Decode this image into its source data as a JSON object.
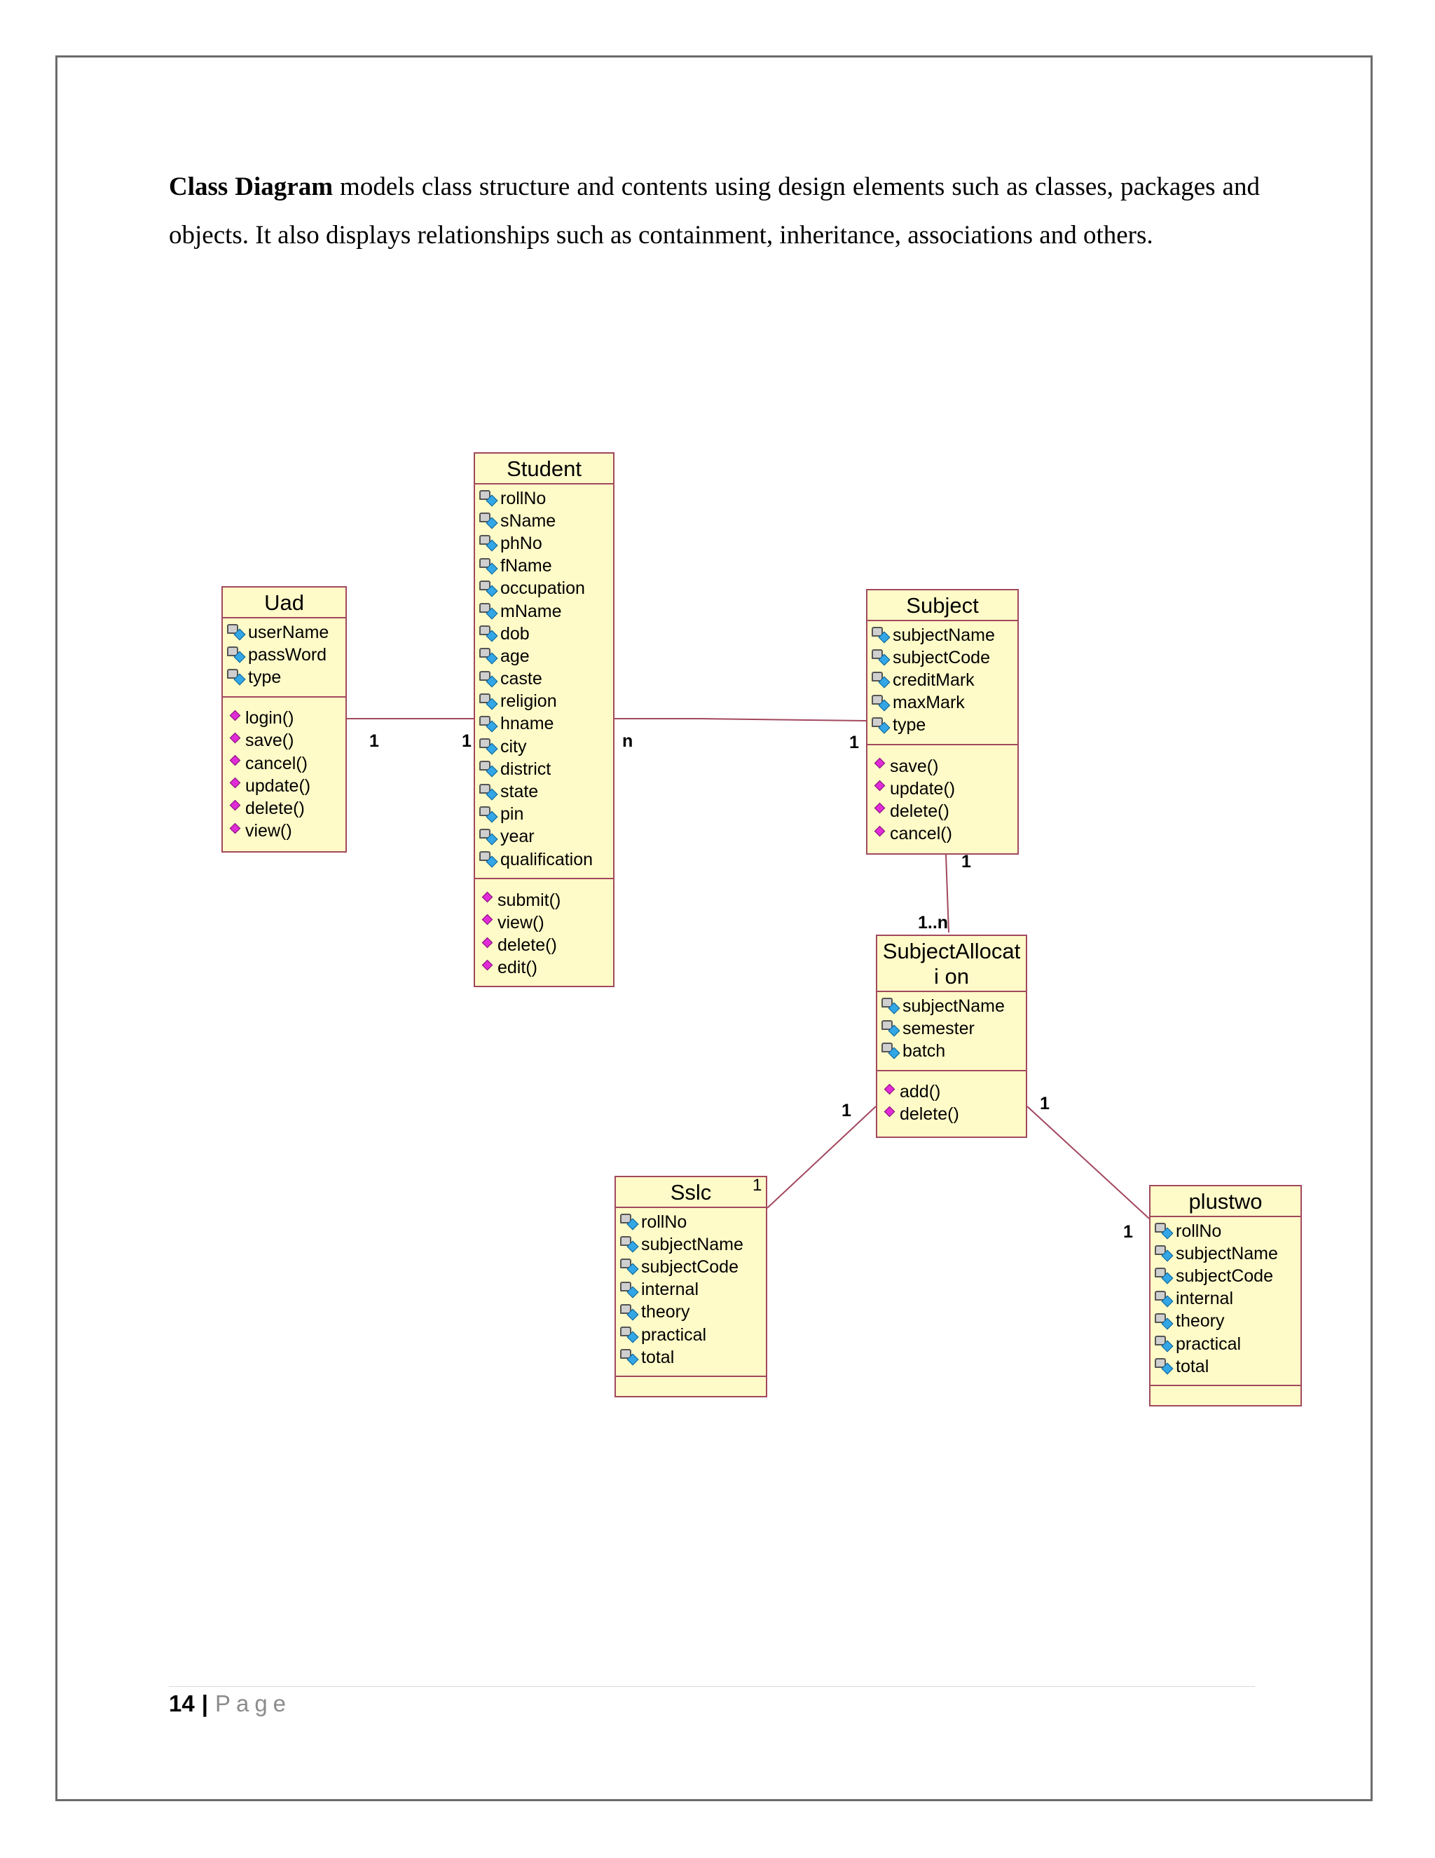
{
  "intro": {
    "bold": "Class Diagram",
    "text": " models class structure and contents using design elements such as classes, packages and objects. It also displays relationships such as containment, inheritance, associations and others."
  },
  "diagram": {
    "uad": {
      "name": "Uad",
      "attributes": [
        "userName",
        "passWord",
        "type"
      ],
      "operations": [
        "login()",
        "save()",
        "cancel()",
        "update()",
        "delete()",
        "view()"
      ]
    },
    "student": {
      "name": "Student",
      "attributes": [
        "rollNo",
        "sName",
        "phNo",
        "fName",
        "occupation",
        "mName",
        "dob",
        "age",
        "caste",
        "religion",
        "hname",
        "city",
        "district",
        "state",
        "pin",
        "year",
        "qualification"
      ],
      "operations": [
        "submit()",
        "view()",
        "delete()",
        "edit()"
      ]
    },
    "subject": {
      "name": "Subject",
      "attributes": [
        "subjectName",
        "subjectCode",
        "creditMark",
        "maxMark",
        "type"
      ],
      "operations": [
        "save()",
        "update()",
        "delete()",
        "cancel()"
      ]
    },
    "subject_allocation": {
      "name": "SubjectAllocati on",
      "attributes": [
        "subjectName",
        "semester",
        "batch"
      ],
      "operations": [
        "add()",
        "delete()"
      ]
    },
    "sslc": {
      "name": "Sslc",
      "corner_mult": "1",
      "attributes": [
        "rollNo",
        "subjectName",
        "subjectCode",
        "internal",
        "theory",
        "practical",
        "total"
      ],
      "operations": []
    },
    "plustwo": {
      "name": "plustwo",
      "attributes": [
        "rollNo",
        "subjectName",
        "subjectCode",
        "internal",
        "theory",
        "practical",
        "total"
      ],
      "operations": []
    },
    "multiplicities": {
      "uad_student_left": "1",
      "uad_student_right": "1",
      "student_subject_left": "n",
      "student_subject_right": "1",
      "subject_alloc_top": "1",
      "subject_alloc_bottom": "1..n",
      "alloc_sslc": "1",
      "alloc_plustwo_top": "1",
      "alloc_plustwo_bottom": "1"
    },
    "colors": {
      "class_fill": "#fffbc8",
      "class_border": "#a2485e",
      "line": "#a2485e"
    }
  },
  "footer": {
    "page_number": "14",
    "separator": "|",
    "page_label": "Page"
  }
}
